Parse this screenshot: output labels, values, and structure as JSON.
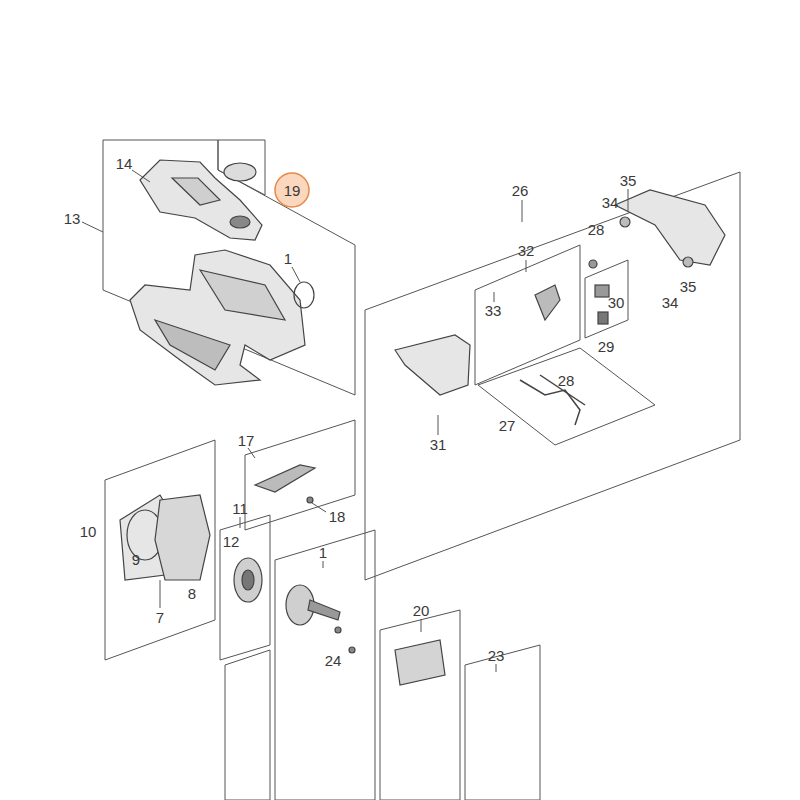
{
  "diagram": {
    "labels": [
      "14",
      "19",
      "13",
      "1",
      "26",
      "35",
      "34",
      "28",
      "32",
      "33",
      "30",
      "29",
      "35",
      "34",
      "28",
      "27",
      "31",
      "17",
      "18",
      "11",
      "12",
      "10",
      "9",
      "8",
      "7",
      "1",
      "24",
      "20",
      "23"
    ]
  }
}
